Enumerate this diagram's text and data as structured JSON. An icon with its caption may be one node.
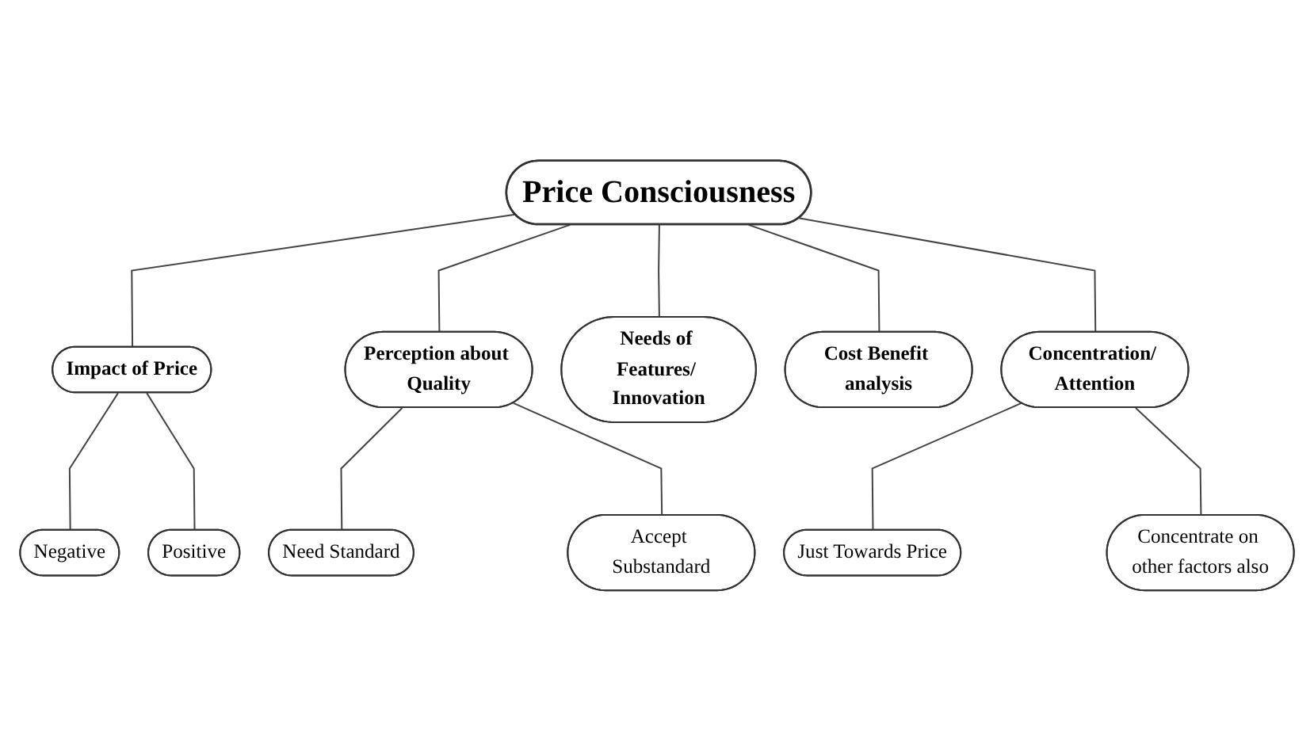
{
  "diagram": {
    "nodes": [
      {
        "text": [
          "Price Consciousness"
        ]
      },
      {
        "text": [
          "Impact of Price"
        ]
      },
      {
        "text": [
          "Perception about Quality"
        ]
      },
      {
        "text": [
          "Needs of Features/ Innovation"
        ]
      },
      {
        "text": [
          "Cost Benefit analysis"
        ]
      },
      {
        "text": [
          "Concentration/ Attention"
        ]
      },
      {
        "text": [
          "Negative"
        ]
      },
      {
        "text": [
          "Positive"
        ]
      },
      {
        "text": [
          "Need Standard"
        ]
      },
      {
        "text": [
          "Accept Substandard"
        ]
      },
      {
        "text": [
          "Just Towards Price"
        ]
      },
      {
        "text": [
          "Concentrate on other factors also"
        ]
      }
    ],
    "edges": [
      {
        "from": 0,
        "to": 1,
        "arrow": "none"
      },
      {
        "from": 0,
        "to": 2,
        "arrow": "none"
      },
      {
        "from": 0,
        "to": 3,
        "arrow": "none"
      },
      {
        "from": 0,
        "to": 4,
        "arrow": "none"
      },
      {
        "from": 0,
        "to": 5,
        "arrow": "none"
      },
      {
        "from": 1,
        "to": 6,
        "arrow": "none"
      },
      {
        "from": 1,
        "to": 7,
        "arrow": "none"
      },
      {
        "from": 2,
        "to": 8,
        "arrow": "none"
      },
      {
        "from": 2,
        "to": 9,
        "arrow": "none"
      },
      {
        "from": 5,
        "to": 10,
        "arrow": "none"
      },
      {
        "from": 5,
        "to": 11,
        "arrow": "none"
      }
    ]
  }
}
